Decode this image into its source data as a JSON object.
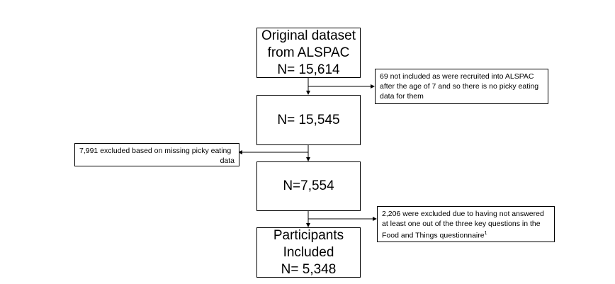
{
  "boxes": {
    "original": {
      "lines": [
        "Original dataset",
        "from ALSPAC",
        "N= 15,614"
      ]
    },
    "n1": {
      "lines": [
        "N= 15,545"
      ]
    },
    "n2": {
      "lines": [
        "N=7,554"
      ]
    },
    "final": {
      "lines": [
        "Participants",
        "Included",
        "N= 5,348"
      ]
    }
  },
  "exclusions": {
    "first": {
      "lines": [
        "69 not included as were recruited into ALSPAC",
        "after the age of 7 and so there is no picky eating",
        "data for them"
      ]
    },
    "second": {
      "lines": [
        "7,991 excluded based on missing picky eating",
        "data"
      ]
    },
    "third": {
      "lines": [
        "2,206 were excluded due to having not answered",
        "at least one out of the three key questions in the",
        "Food and Things questionnaire"
      ],
      "footnote_marker": "1"
    }
  }
}
